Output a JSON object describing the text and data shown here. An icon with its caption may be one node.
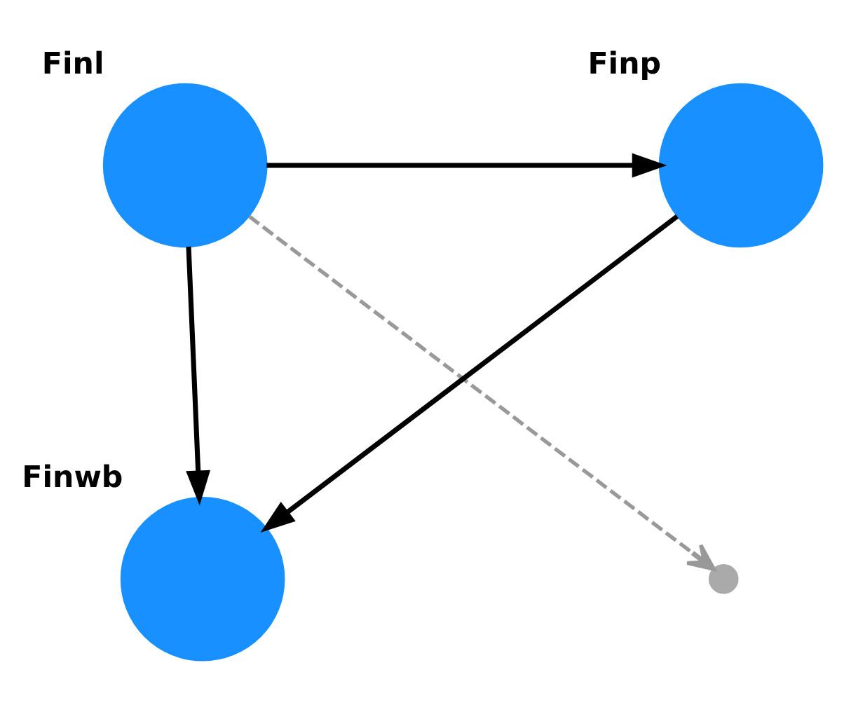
{
  "diagram": {
    "nodes": [
      {
        "text": [],
        "shape": "circle",
        "beside": [
          "Finl"
        ]
      },
      {
        "text": [],
        "shape": "circle",
        "beside": [
          "Finp"
        ]
      },
      {
        "text": [],
        "shape": "circle",
        "beside": [
          "Finwb"
        ]
      },
      {
        "text": [],
        "shape": "circle"
      }
    ],
    "edges": [
      {
        "from": 0,
        "to": 1,
        "arrow": "to"
      },
      {
        "from": 0,
        "to": 2,
        "arrow": "to"
      },
      {
        "from": 1,
        "to": 2,
        "arrow": "to"
      },
      {
        "from": 0,
        "to": 3,
        "arrow": "to",
        "style": "dashed",
        "color": "#999999"
      }
    ]
  }
}
